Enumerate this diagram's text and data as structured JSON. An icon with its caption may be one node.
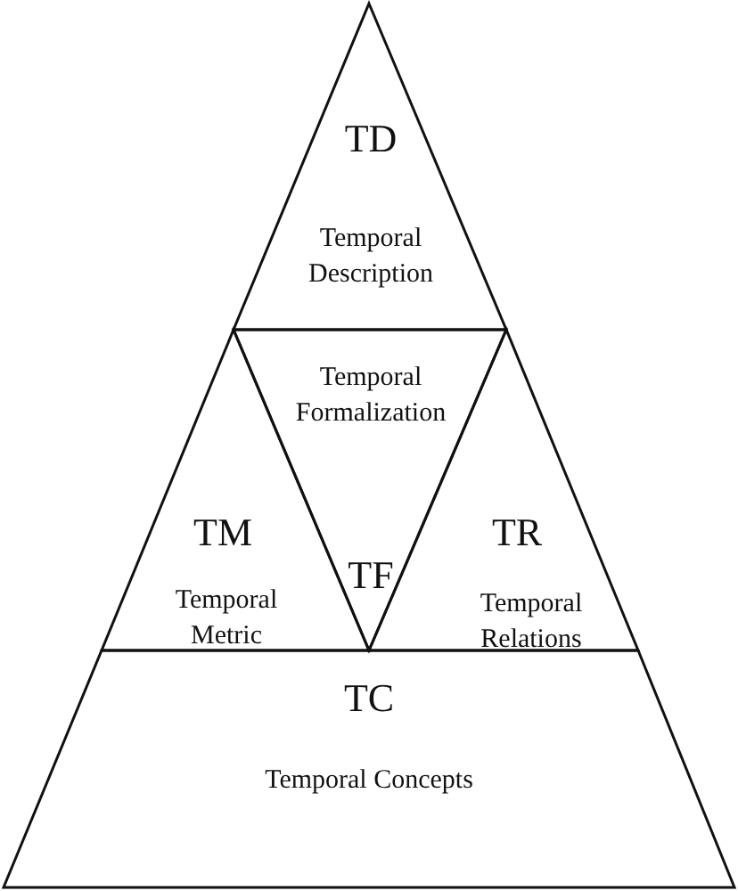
{
  "diagram": {
    "nodes": [
      {
        "text": [
          "TD",
          "Temporal Description"
        ]
      },
      {
        "text": [
          "TM",
          "Temporal Metric"
        ]
      },
      {
        "text": [
          "Temporal Formalization",
          "TF"
        ]
      },
      {
        "text": [
          "TR",
          "Temporal Relations"
        ]
      },
      {
        "text": [
          "TC",
          "Temporal Concepts"
        ]
      }
    ]
  }
}
